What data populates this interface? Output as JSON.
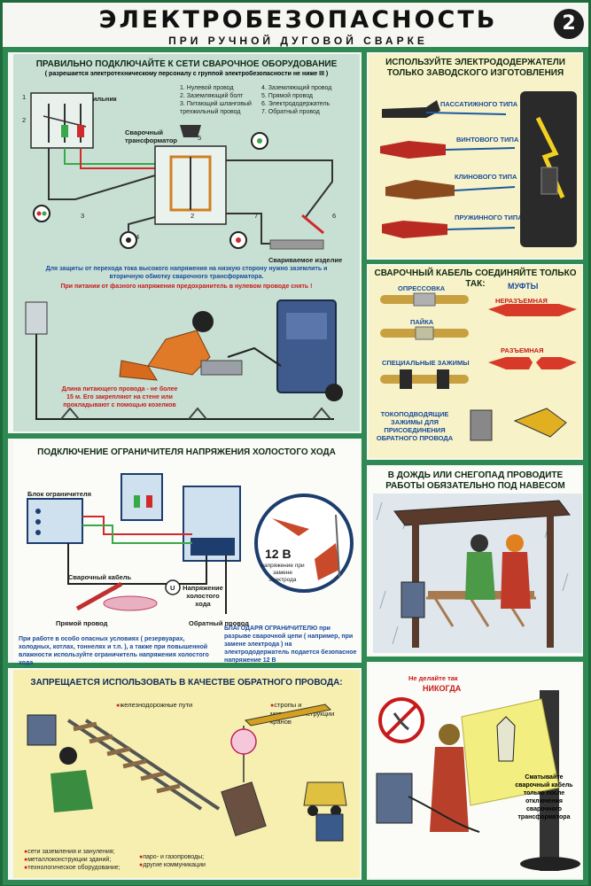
{
  "header": {
    "title": "ЭЛЕКТРОБЕЗОПАСНОСТЬ",
    "subtitle": "ПРИ РУЧНОЙ ДУГОВОЙ СВАРКЕ",
    "number": "2"
  },
  "connect": {
    "heading": "ПРАВИЛЬНО ПОДКЛЮЧАЙТЕ К СЕТИ СВАРОЧНОЕ ОБОРУДОВАНИЕ",
    "note": "( разрешается электротехническому персоналу с группой электробезопасности не ниже III )",
    "switch_label": "Рубильник",
    "transformer_label": "Сварочный трансформатор",
    "workpiece_label": "Свариваемое изделие",
    "legend_left": [
      "1. Нулевой провод",
      "2. Заземляющий болт",
      "3. Питающий шланговый трехжильный провод"
    ],
    "legend_right": [
      "4. Заземляющий провод",
      "5. Прямой провод",
      "6. Электрододержатель",
      "7. Обратный провод"
    ],
    "numbers": [
      "1",
      "2",
      "3",
      "4",
      "5",
      "6",
      "7",
      "2"
    ],
    "warning": "Для защиты от перехода тока высокого напряжения на низкую сторону нужно заземлить и вторичную обмотку сварочного трансформатора.",
    "warning2": "При питании от фазного напряжения предохранитель в нулевом проводе снять !",
    "cable_note": "Длина питающего провода - не более 15 м. Его закрепляют на стене или прокладывают с помощью козелков"
  },
  "holders": {
    "heading": "ИСПОЛЬЗУЙТЕ ЭЛЕКТРОДОДЕРЖАТЕЛИ ТОЛЬКО ЗАВОДСКОГО ИЗГОТОВЛЕНИЯ",
    "types": [
      "ПАССАТИЖНОГО ТИПА",
      "ВИНТОВОГО ТИПА",
      "КЛИНОВОГО ТИПА",
      "ПРУЖИННОГО ТИПА"
    ]
  },
  "cable": {
    "heading": "СВАРОЧНЫЙ КАБЕЛЬ СОЕДИНЯЙТЕ ТОЛЬКО ТАК:",
    "left": [
      "ОПРЕССОВКА",
      "ПАЙКА",
      "СПЕЦИАЛЬНЫЕ ЗАЖИМЫ"
    ],
    "muff_title": "МУФТЫ",
    "right": [
      "НЕРАЗЪЕМНАЯ",
      "РАЗЪЕМНАЯ"
    ],
    "clamps": "ТОКОПОДВОДЯЩИЕ ЗАЖИМЫ ДЛЯ ПРИСОЕДИНЕНИЯ ОБРАТНОГО ПРОВОДА"
  },
  "limiter": {
    "heading": "ПОДКЛЮЧЕНИЕ ОГРАНИЧИТЕЛЯ НАПРЯЖЕНИЯ ХОЛОСТОГО ХОДА",
    "block_label": "Блок ограничителя",
    "cable_label": "Сварочный кабель",
    "direct_label": "Прямой провод",
    "return_label": "Обратный провод",
    "voltage_label": "Напряжение холостого хода",
    "u_symbol": "U",
    "volts": "12 В",
    "volts_caption": "напряжение при замене электрода",
    "note_left": "При работе в особо опасных условиях ( резервуарах, холодных, котлах, тоннелях и т.п. ), а также при повышенной влажности используйте ограничитель напряжения холостого хода",
    "note_right": "БЛАГОДАРЯ ОГРАНИЧИТЕЛЮ при разрыве сварочной цепи ( например, при замене электрода ) на электрододержатель подается безопасное напряжение 12 В"
  },
  "rain": {
    "heading": "В ДОЖДЬ ИЛИ СНЕГОПАД ПРОВОДИТЕ РАБОТЫ ОБЯЗАТЕЛЬНО ПОД НАВЕСОМ"
  },
  "forbidden": {
    "heading": "ЗАПРЕЩАЕТСЯ ИСПОЛЬЗОВАТЬ В КАЧЕСТВЕ ОБРАТНОГО ПРОВОДА:",
    "items_top": [
      "железнодорожные пути",
      "стропы и металлоконструкции кранов"
    ],
    "items_bottom_left": [
      "сети заземления и зануления;",
      "металлоконструкции зданий;",
      "технологическое оборудование;"
    ],
    "items_bottom_right": [
      "паро- и газопроводы;",
      "другие коммуникации"
    ]
  },
  "never": {
    "dont": "Не делайте так",
    "never": "НИКОГДА",
    "note": "Сматывайте сварочный кабель только после отключения сварочного трансформатора"
  },
  "colors": {
    "frame": "#2e8a52",
    "panel_teal": "#c8e0d4",
    "panel_cream": "#f7f2c8",
    "accent_red": "#c81a1a",
    "accent_blue": "#184a9a"
  }
}
